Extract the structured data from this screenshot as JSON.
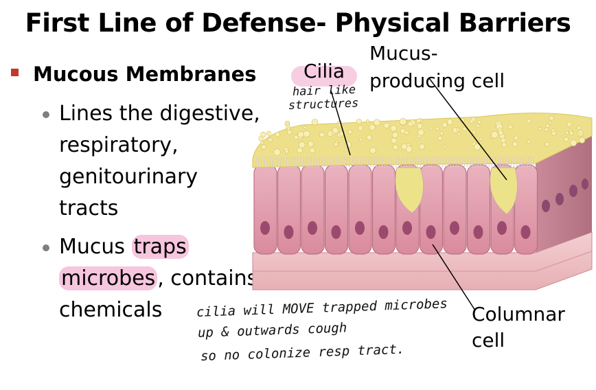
{
  "slide": {
    "title": "First Line of Defense- Physical Barriers",
    "bullet": "Mucous Membranes",
    "sub1": [
      "Lines the digestive,",
      "respiratory,",
      "genitourinary",
      "tracts"
    ],
    "sub2_mucus": "Mucus ",
    "sub2_traps": "traps",
    "sub2_microbes": "microbes",
    "sub2_rest": ", contains",
    "sub2_line3": "chemicals"
  },
  "figure": {
    "cilia_label": "Cilia",
    "mucus_label_1": "Mucus-",
    "mucus_label_2": "producing cell",
    "columnar_label_1": "Columnar",
    "columnar_label_2": "cell"
  },
  "handwriting": {
    "cilia_note_1": "hair like",
    "cilia_note_2": "structures",
    "note_line_1": "cilia will MOVE trapped microbes",
    "note_line_2": "up & outwards cough",
    "note_line_3": "so no colonize resp tract."
  },
  "colors": {
    "accent": "#c0392b",
    "highlight": "#e65aa0",
    "mucus": "#eee08a",
    "cell": "#e8a9b5",
    "nucleus": "#9b4a6e"
  }
}
